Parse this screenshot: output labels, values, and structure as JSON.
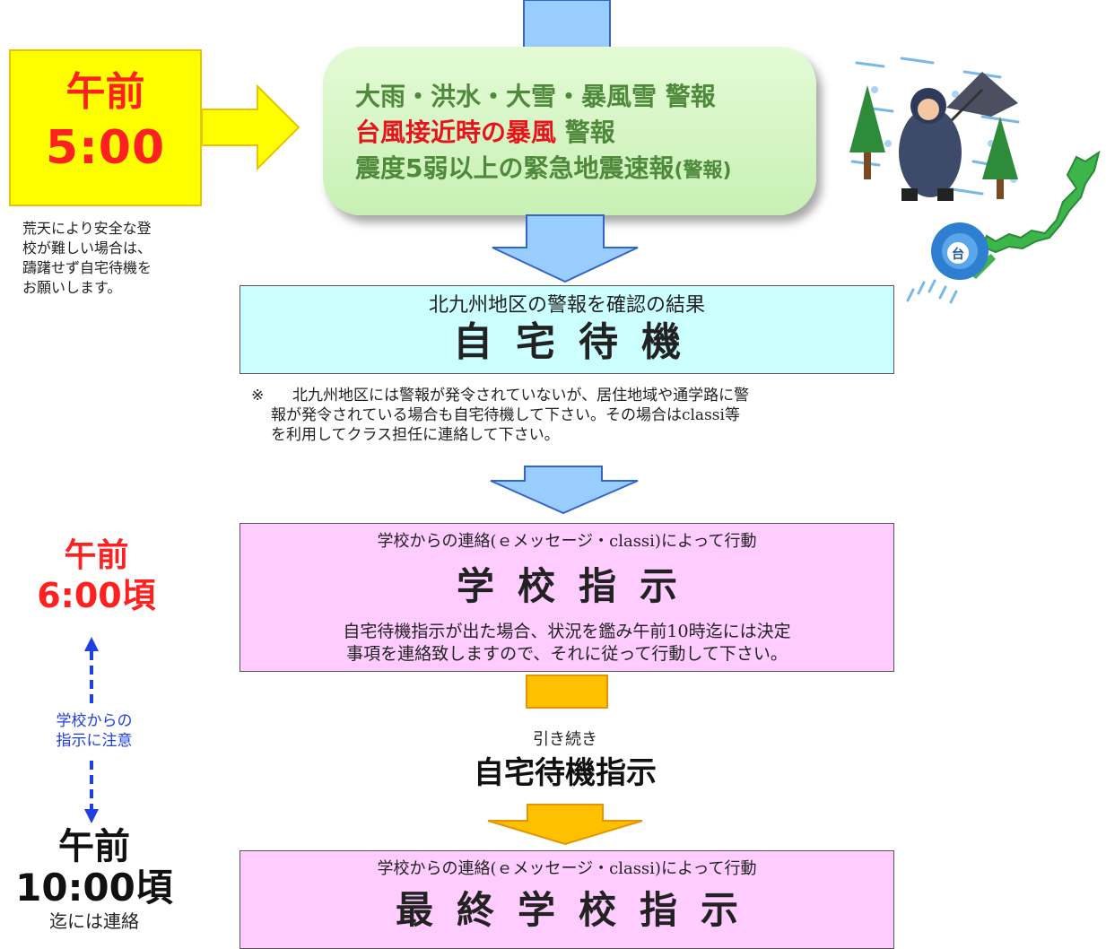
{
  "time_block": {
    "label": "午前",
    "time": "5:00"
  },
  "left_note": [
    "荒天により安全な登",
    "校が難しい場合は、",
    "躊躇せず自宅待機を",
    "お願いします。"
  ],
  "warnings": {
    "line1": "大雨・洪水・大雪・暴風雪 警報",
    "line2_red": "台風接近時の暴風",
    "line2_rest": " 警報",
    "line3_main": "震度5弱以上の緊急地震速報",
    "line3_small": "(警報)"
  },
  "result_box": {
    "caption": "北九州地区の警報を確認の結果",
    "title": "自宅待機"
  },
  "remark": {
    "mark": "※",
    "line1": "北九州地区には警報が発令されていないが、居住地域や通学路に警",
    "line2": "報が発令されている場合も自宅待機して下さい。その場合はclassi等",
    "line3": "を利用してクラス担任に連絡して下さい。"
  },
  "school_box": {
    "caption": "学校からの連絡(ｅメッセージ・classi)によって行動",
    "title": "学校指示",
    "desc1": "自宅待機指示が出た場合、状況を鑑み午前10時迄には決定",
    "desc2": "事項を連絡致しますので、それに従って行動して下さい。"
  },
  "continue": {
    "small": "引き続き",
    "big": "自宅待機指示"
  },
  "final_box": {
    "caption": "学校からの連絡(ｅメッセージ・classi)によって行動",
    "title": "最終学校指示"
  },
  "timeline": {
    "t6_label": "午前",
    "t6_time": "6:00頃",
    "attention_1": "学校からの",
    "attention_2": "指示に注意",
    "t10_label": "午前",
    "t10_time": "10:00頃",
    "t10_note": "迄には連絡"
  },
  "illustration": {
    "typhoon_label": "台"
  },
  "colors": {
    "arrow_blue": "#99ccff",
    "arrow_orange": "#ffc000",
    "warning_red": "#e8141c",
    "timeline_blue": "#1f3fe0"
  }
}
